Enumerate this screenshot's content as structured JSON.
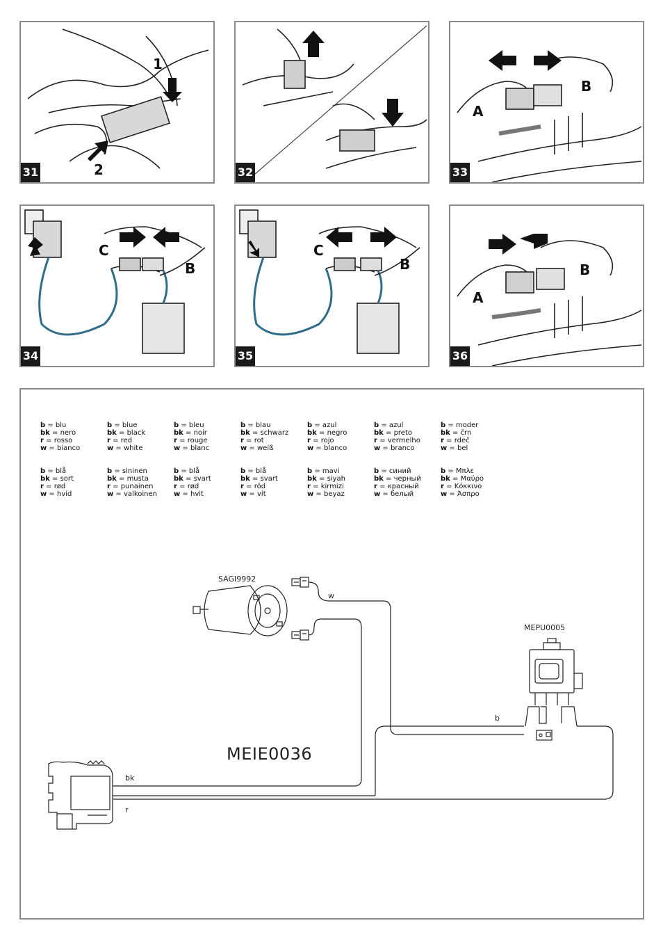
{
  "panels": [
    {
      "number": "31",
      "labels": [
        "1",
        "2"
      ]
    },
    {
      "number": "32",
      "labels": []
    },
    {
      "number": "33",
      "labels": [
        "A",
        "B"
      ]
    },
    {
      "number": "34",
      "labels": [
        "C",
        "B"
      ]
    },
    {
      "number": "35",
      "labels": [
        "C",
        "B"
      ]
    },
    {
      "number": "36",
      "labels": [
        "A",
        "B"
      ]
    }
  ],
  "legend": [
    [
      {
        "k": "b",
        "v": "blu"
      },
      {
        "k": "bk",
        "v": "nero"
      },
      {
        "k": "r",
        "v": "rosso"
      },
      {
        "k": "w",
        "v": "bianco"
      }
    ],
    [
      {
        "k": "b",
        "v": "blue"
      },
      {
        "k": "bk",
        "v": "black"
      },
      {
        "k": "r",
        "v": "red"
      },
      {
        "k": "w",
        "v": "white"
      }
    ],
    [
      {
        "k": "b",
        "v": "bleu"
      },
      {
        "k": "bk",
        "v": "noir"
      },
      {
        "k": "r",
        "v": "rouge"
      },
      {
        "k": "w",
        "v": "blanc"
      }
    ],
    [
      {
        "k": "b",
        "v": "blau"
      },
      {
        "k": "bk",
        "v": "schwarz"
      },
      {
        "k": "r",
        "v": "rot"
      },
      {
        "k": "w",
        "v": "weiß"
      }
    ],
    [
      {
        "k": "b",
        "v": "azul"
      },
      {
        "k": "bk",
        "v": "negro"
      },
      {
        "k": "r",
        "v": "rojo"
      },
      {
        "k": "w",
        "v": "blanco"
      }
    ],
    [
      {
        "k": "b",
        "v": "azul"
      },
      {
        "k": "bk",
        "v": "preto"
      },
      {
        "k": "r",
        "v": "vermelho"
      },
      {
        "k": "w",
        "v": "branco"
      }
    ],
    [
      {
        "k": "b",
        "v": "moder"
      },
      {
        "k": "bk",
        "v": "črn"
      },
      {
        "k": "r",
        "v": "rdeč"
      },
      {
        "k": "w",
        "v": "bel"
      }
    ],
    [
      {
        "k": "b",
        "v": "blå"
      },
      {
        "k": "bk",
        "v": "sort"
      },
      {
        "k": "r",
        "v": "rød"
      },
      {
        "k": "w",
        "v": "hvid"
      }
    ],
    [
      {
        "k": "b",
        "v": "sininen"
      },
      {
        "k": "bk",
        "v": "musta"
      },
      {
        "k": "r",
        "v": "punainen"
      },
      {
        "k": "w",
        "v": "valkoinen"
      }
    ],
    [
      {
        "k": "b",
        "v": "blå"
      },
      {
        "k": "bk",
        "v": "svart"
      },
      {
        "k": "r",
        "v": "rød"
      },
      {
        "k": "w",
        "v": "hvit"
      }
    ],
    [
      {
        "k": "b",
        "v": "blå"
      },
      {
        "k": "bk",
        "v": "svart"
      },
      {
        "k": "r",
        "v": "röd"
      },
      {
        "k": "w",
        "v": "vit"
      }
    ],
    [
      {
        "k": "b",
        "v": "mavi"
      },
      {
        "k": "bk",
        "v": "siyah"
      },
      {
        "k": "r",
        "v": "kirmizi"
      },
      {
        "k": "w",
        "v": "beyaz"
      }
    ],
    [
      {
        "k": "b",
        "v": "синий"
      },
      {
        "k": "bk",
        "v": "черный"
      },
      {
        "k": "r",
        "v": "красный"
      },
      {
        "k": "w",
        "v": "белый"
      }
    ],
    [
      {
        "k": "b",
        "v": "Μπλε"
      },
      {
        "k": "bk",
        "v": "Μαύρο"
      },
      {
        "k": "r",
        "v": "Κόκκινο"
      },
      {
        "k": "w",
        "v": "Άσπρο"
      }
    ]
  ],
  "wiring": {
    "title": "MEIE0036",
    "motor_code": "SAGI9992",
    "switch_code": "MEPU0005",
    "wire_w": "w",
    "wire_b": "b",
    "wire_bk": "bk",
    "wire_r": "r"
  }
}
